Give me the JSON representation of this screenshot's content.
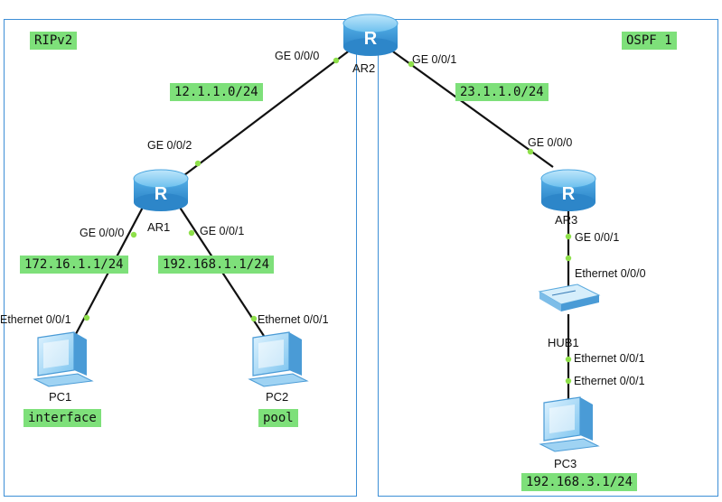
{
  "areas": {
    "left": "RIPv2",
    "right": "OSPF 1"
  },
  "devices": {
    "ar1": "AR1",
    "ar2": "AR2",
    "ar3": "AR3",
    "hub1": "HUB1",
    "pc1": "PC1",
    "pc2": "PC2",
    "pc3": "PC3"
  },
  "networks": {
    "ar1_ar2": "12.1.1.0/24",
    "ar2_ar3": "23.1.1.0/24",
    "ar1_pc1": "172.16.1.1/24",
    "ar1_pc2": "192.168.1.1/24",
    "pc3_net": "192.168.3.1/24"
  },
  "notes": {
    "pc1": "interface",
    "pc2": "pool"
  },
  "ports": {
    "ar2_left": "GE 0/0/0",
    "ar2_right": "GE 0/0/1",
    "ar1_up": "GE 0/0/2",
    "ar1_left": "GE 0/0/0",
    "ar1_right": "GE 0/0/1",
    "ar3_up": "GE 0/0/0",
    "ar3_down": "GE 0/0/1",
    "hub_up": "Ethernet 0/0/0",
    "hub_down": "Ethernet 0/0/1",
    "pc1_eth": "Ethernet 0/0/1",
    "pc2_eth": "Ethernet 0/0/1",
    "pc3_eth": "Ethernet 0/0/1"
  },
  "colors": {
    "area_border": "#3d8fd6",
    "highlight": "#7ee07a",
    "port_dot": "#8ee04a",
    "link": "#111111",
    "router_body": "#4aa6e0"
  },
  "icons": [
    "router-icon",
    "hub-icon",
    "pc-icon"
  ]
}
